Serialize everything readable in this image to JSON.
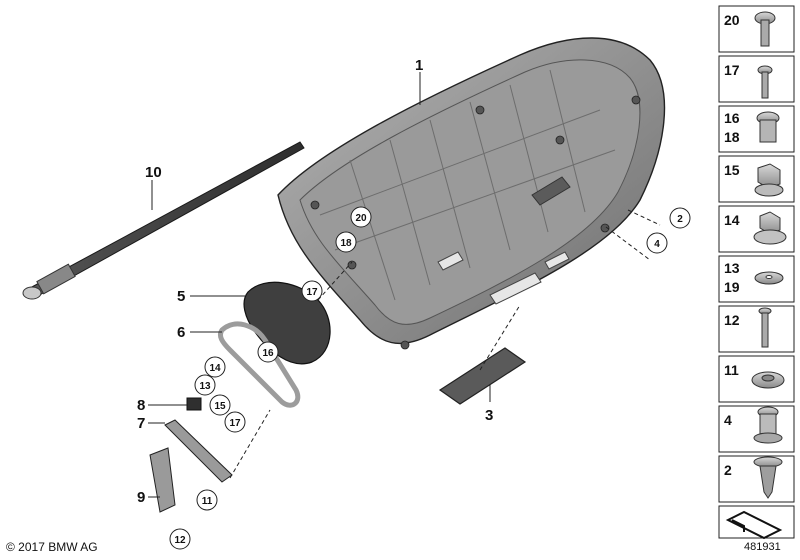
{
  "callouts": {
    "c1": "1",
    "c2": "2",
    "c3": "3",
    "c4": "4",
    "c5": "5",
    "c6": "6",
    "c7": "7",
    "c8": "8",
    "c9": "9",
    "c10": "10"
  },
  "circled": {
    "n20": "20",
    "n18": "18",
    "n17a": "17",
    "n16": "16",
    "n14": "14",
    "n13": "13",
    "n15": "15",
    "n17b": "17",
    "n11": "11",
    "n12": "12",
    "n2": "2",
    "n4": "4"
  },
  "sidebar": {
    "items": [
      {
        "labels": [
          "20"
        ]
      },
      {
        "labels": [
          "17"
        ]
      },
      {
        "labels": [
          "16",
          "18"
        ]
      },
      {
        "labels": [
          "15"
        ]
      },
      {
        "labels": [
          "14"
        ]
      },
      {
        "labels": [
          "13",
          "19"
        ]
      },
      {
        "labels": [
          "12"
        ]
      },
      {
        "labels": [
          "11"
        ]
      },
      {
        "labels": [
          "4"
        ]
      },
      {
        "labels": [
          "2"
        ]
      }
    ]
  },
  "footer": {
    "copyright": "© 2017 BMW AG",
    "image_id": "481931"
  },
  "colors": {
    "panel": "#8c8c8c",
    "panel_dark": "#6a6a6a",
    "part_dark": "#3a3a3a",
    "line": "#222222"
  }
}
